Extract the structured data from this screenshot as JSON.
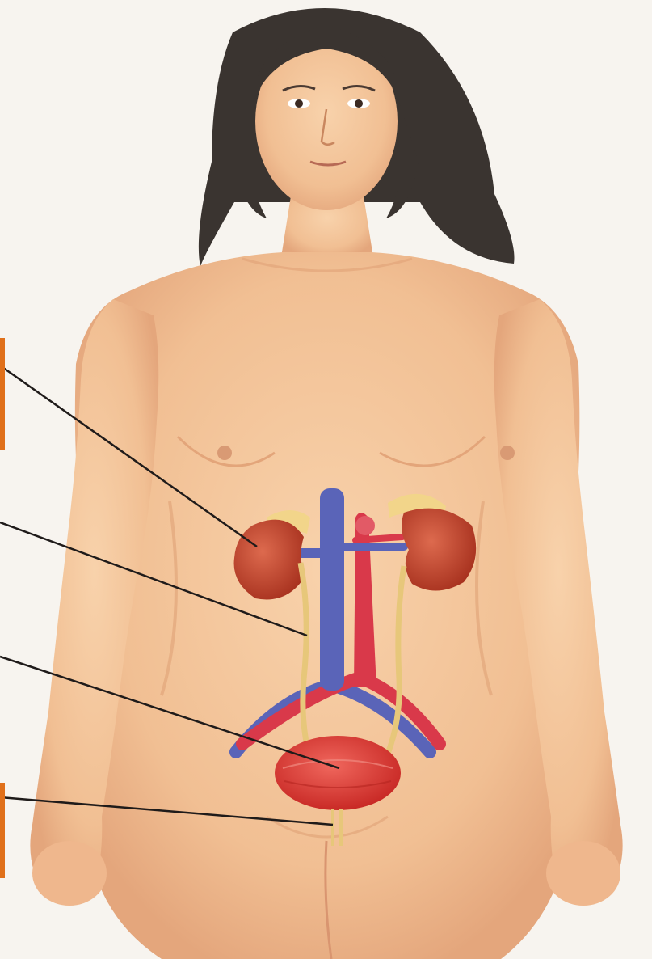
{
  "diagram": {
    "subject": "female-urinary-system",
    "structures": [
      {
        "id": "kidney",
        "icon": "kidney-icon"
      },
      {
        "id": "ureter",
        "icon": "ureter-icon"
      },
      {
        "id": "urinary-bladder",
        "icon": "bladder-icon"
      },
      {
        "id": "urethra",
        "icon": "urethra-icon"
      }
    ],
    "leader_line_count": 4,
    "labels_visible": false
  },
  "colors": {
    "background": "#f7f4ef",
    "skin": "#f3c49a",
    "skin_shadow": "#e0a277",
    "hair": "#3a3430",
    "kidney": "#c4402a",
    "adrenal": "#f2d58a",
    "vein": "#5a64b8",
    "artery": "#d9394a",
    "ureter": "#e7c77a",
    "bladder": "#e03a35",
    "leader_line": "#1f1b1a",
    "label_tab": "#e0701a"
  }
}
